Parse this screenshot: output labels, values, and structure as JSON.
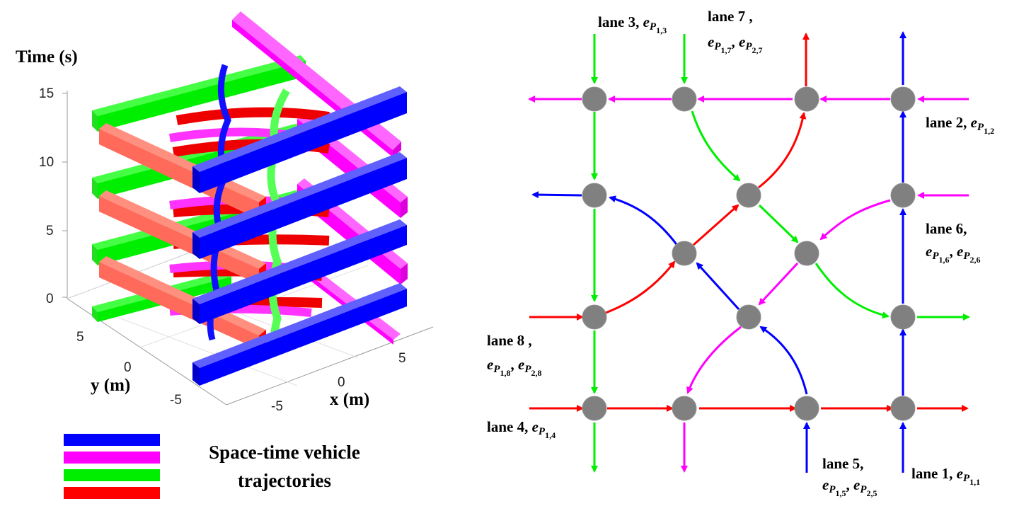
{
  "colors": {
    "blue": "#0000ff",
    "magenta": "#ff00ff",
    "green": "#00ee00",
    "red": "#ff0000",
    "salmon": "#ff7060",
    "node": "#808080"
  },
  "plot3d": {
    "zlabel": "Time (s)",
    "xlabel": "x (m)",
    "ylabel": "y (m)",
    "z_ticks": [
      "15",
      "10",
      "5",
      "0"
    ],
    "y_ticks": [
      "5",
      "0",
      "-5"
    ],
    "x_ticks": [
      "-5",
      "0",
      "5"
    ]
  },
  "legend": {
    "line1": "Space-time vehicle",
    "line2": "trajectories",
    "swatches": [
      "blue",
      "magenta",
      "green",
      "red"
    ]
  },
  "network": {
    "lane_labels": {
      "lane1": {
        "prefix": "lane 1, ",
        "e1": "e",
        "p1": "P",
        "s1": "1,1"
      },
      "lane2": {
        "prefix": "lane 2, ",
        "e1": "e",
        "p1": "P",
        "s1": "1,2"
      },
      "lane3": {
        "prefix": "lane 3, ",
        "e1": "e",
        "p1": "P",
        "s1": "1,3"
      },
      "lane4": {
        "prefix": "lane 4, ",
        "e1": "e",
        "p1": "P",
        "s1": "1,4"
      },
      "lane5": {
        "prefix": "lane 5,",
        "e1": "e",
        "p1": "P",
        "s1": "1,5",
        "sep": ", ",
        "e2": "e",
        "p2": "P",
        "s2": "2,5"
      },
      "lane6": {
        "prefix": "lane 6,",
        "e1": "e",
        "p1": "P",
        "s1": "1,6",
        "sep": ", ",
        "e2": "e",
        "p2": "P",
        "s2": "2,6"
      },
      "lane7": {
        "prefix": "lane 7 ,",
        "e1": "e",
        "p1": "P",
        "s1": "1,7",
        "sep": ", ",
        "e2": "e",
        "p2": "P",
        "s2": "2,7"
      },
      "lane8": {
        "prefix": "lane 8 ,",
        "e1": "e",
        "p1": "P",
        "s1": "1,8",
        "sep": ", ",
        "e2": "e",
        "p2": "P",
        "s2": "2,8"
      }
    }
  }
}
